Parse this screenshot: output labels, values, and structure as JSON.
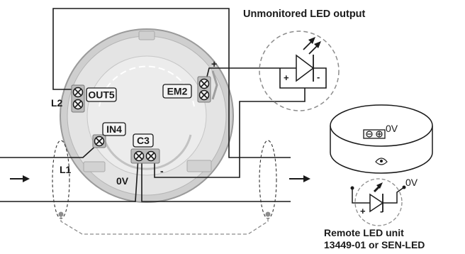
{
  "labels": {
    "unmonitored_led_output": "Unmonitored LED output",
    "l2": "L2",
    "out5": "OUT5",
    "em2": "EM2",
    "in4": "IN4",
    "c3": "C3",
    "l1": "L1",
    "zero_v_left": "0V",
    "zero_v_remote_top": "0V",
    "zero_v_remote_bottom": "0V",
    "plus_em2": "+",
    "led_plus": "+",
    "led_minus": "-",
    "c3_minus": "-",
    "remote_led_plus": "+",
    "remote_led_minus": "-",
    "remote_led_unit_line1": "Remote LED unit",
    "remote_led_unit_line2": "13449-01 or SEN-LED"
  },
  "colors": {
    "wire": "#1a1a1a",
    "base_body": "#d9d9d9",
    "cable_screen": "#8c8c8c"
  }
}
